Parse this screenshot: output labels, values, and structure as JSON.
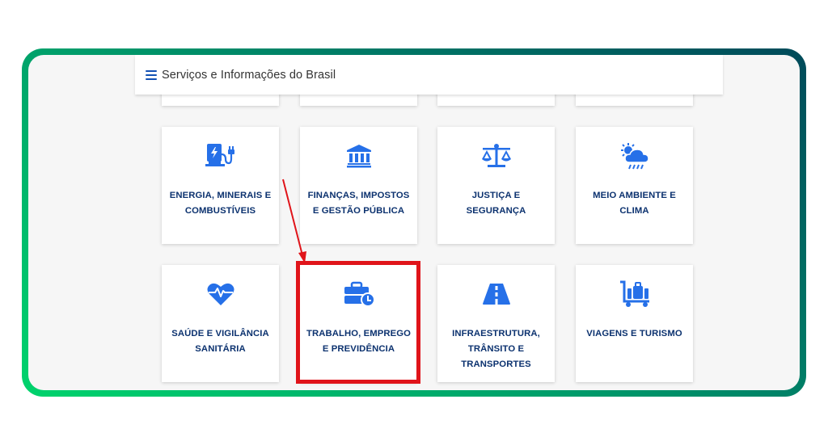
{
  "header": {
    "menu_icon": "hamburger-menu-icon",
    "title": "Serviços e Informações do Brasil"
  },
  "colors": {
    "accent_blue": "#1351b4",
    "icon_blue": "#2670e8",
    "label_navy": "#0c326f",
    "highlight_red": "#e0141a",
    "frame_gradient_start": "#00d36c",
    "frame_gradient_end": "#004a5a"
  },
  "cards": [
    {
      "label": "ENERGIA, MINERAIS E COMBUSTÍVEIS",
      "icon": "ev-charger-icon"
    },
    {
      "label": "FINANÇAS, IMPOSTOS E GESTÃO PÚBLICA",
      "icon": "bank-building-icon"
    },
    {
      "label": "JUSTIÇA E SEGURANÇA",
      "icon": "scales-of-justice-icon"
    },
    {
      "label": "MEIO AMBIENTE E CLIMA",
      "icon": "sun-cloud-rain-icon"
    },
    {
      "label": "SAÚDE E VIGILÂNCIA SANITÁRIA",
      "icon": "heart-pulse-icon"
    },
    {
      "label": "TRABALHO, EMPREGO E PREVIDÊNCIA",
      "icon": "briefcase-clock-icon",
      "highlighted": true
    },
    {
      "label": "INFRAESTRUTURA, TRÂNSITO E TRANSPORTES",
      "icon": "road-icon"
    },
    {
      "label": "VIAGENS E TURISMO",
      "icon": "luggage-cart-icon"
    }
  ],
  "annotation": {
    "type": "red-arrow-and-box",
    "target": "TRABALHO, EMPREGO E PREVIDÊNCIA"
  }
}
